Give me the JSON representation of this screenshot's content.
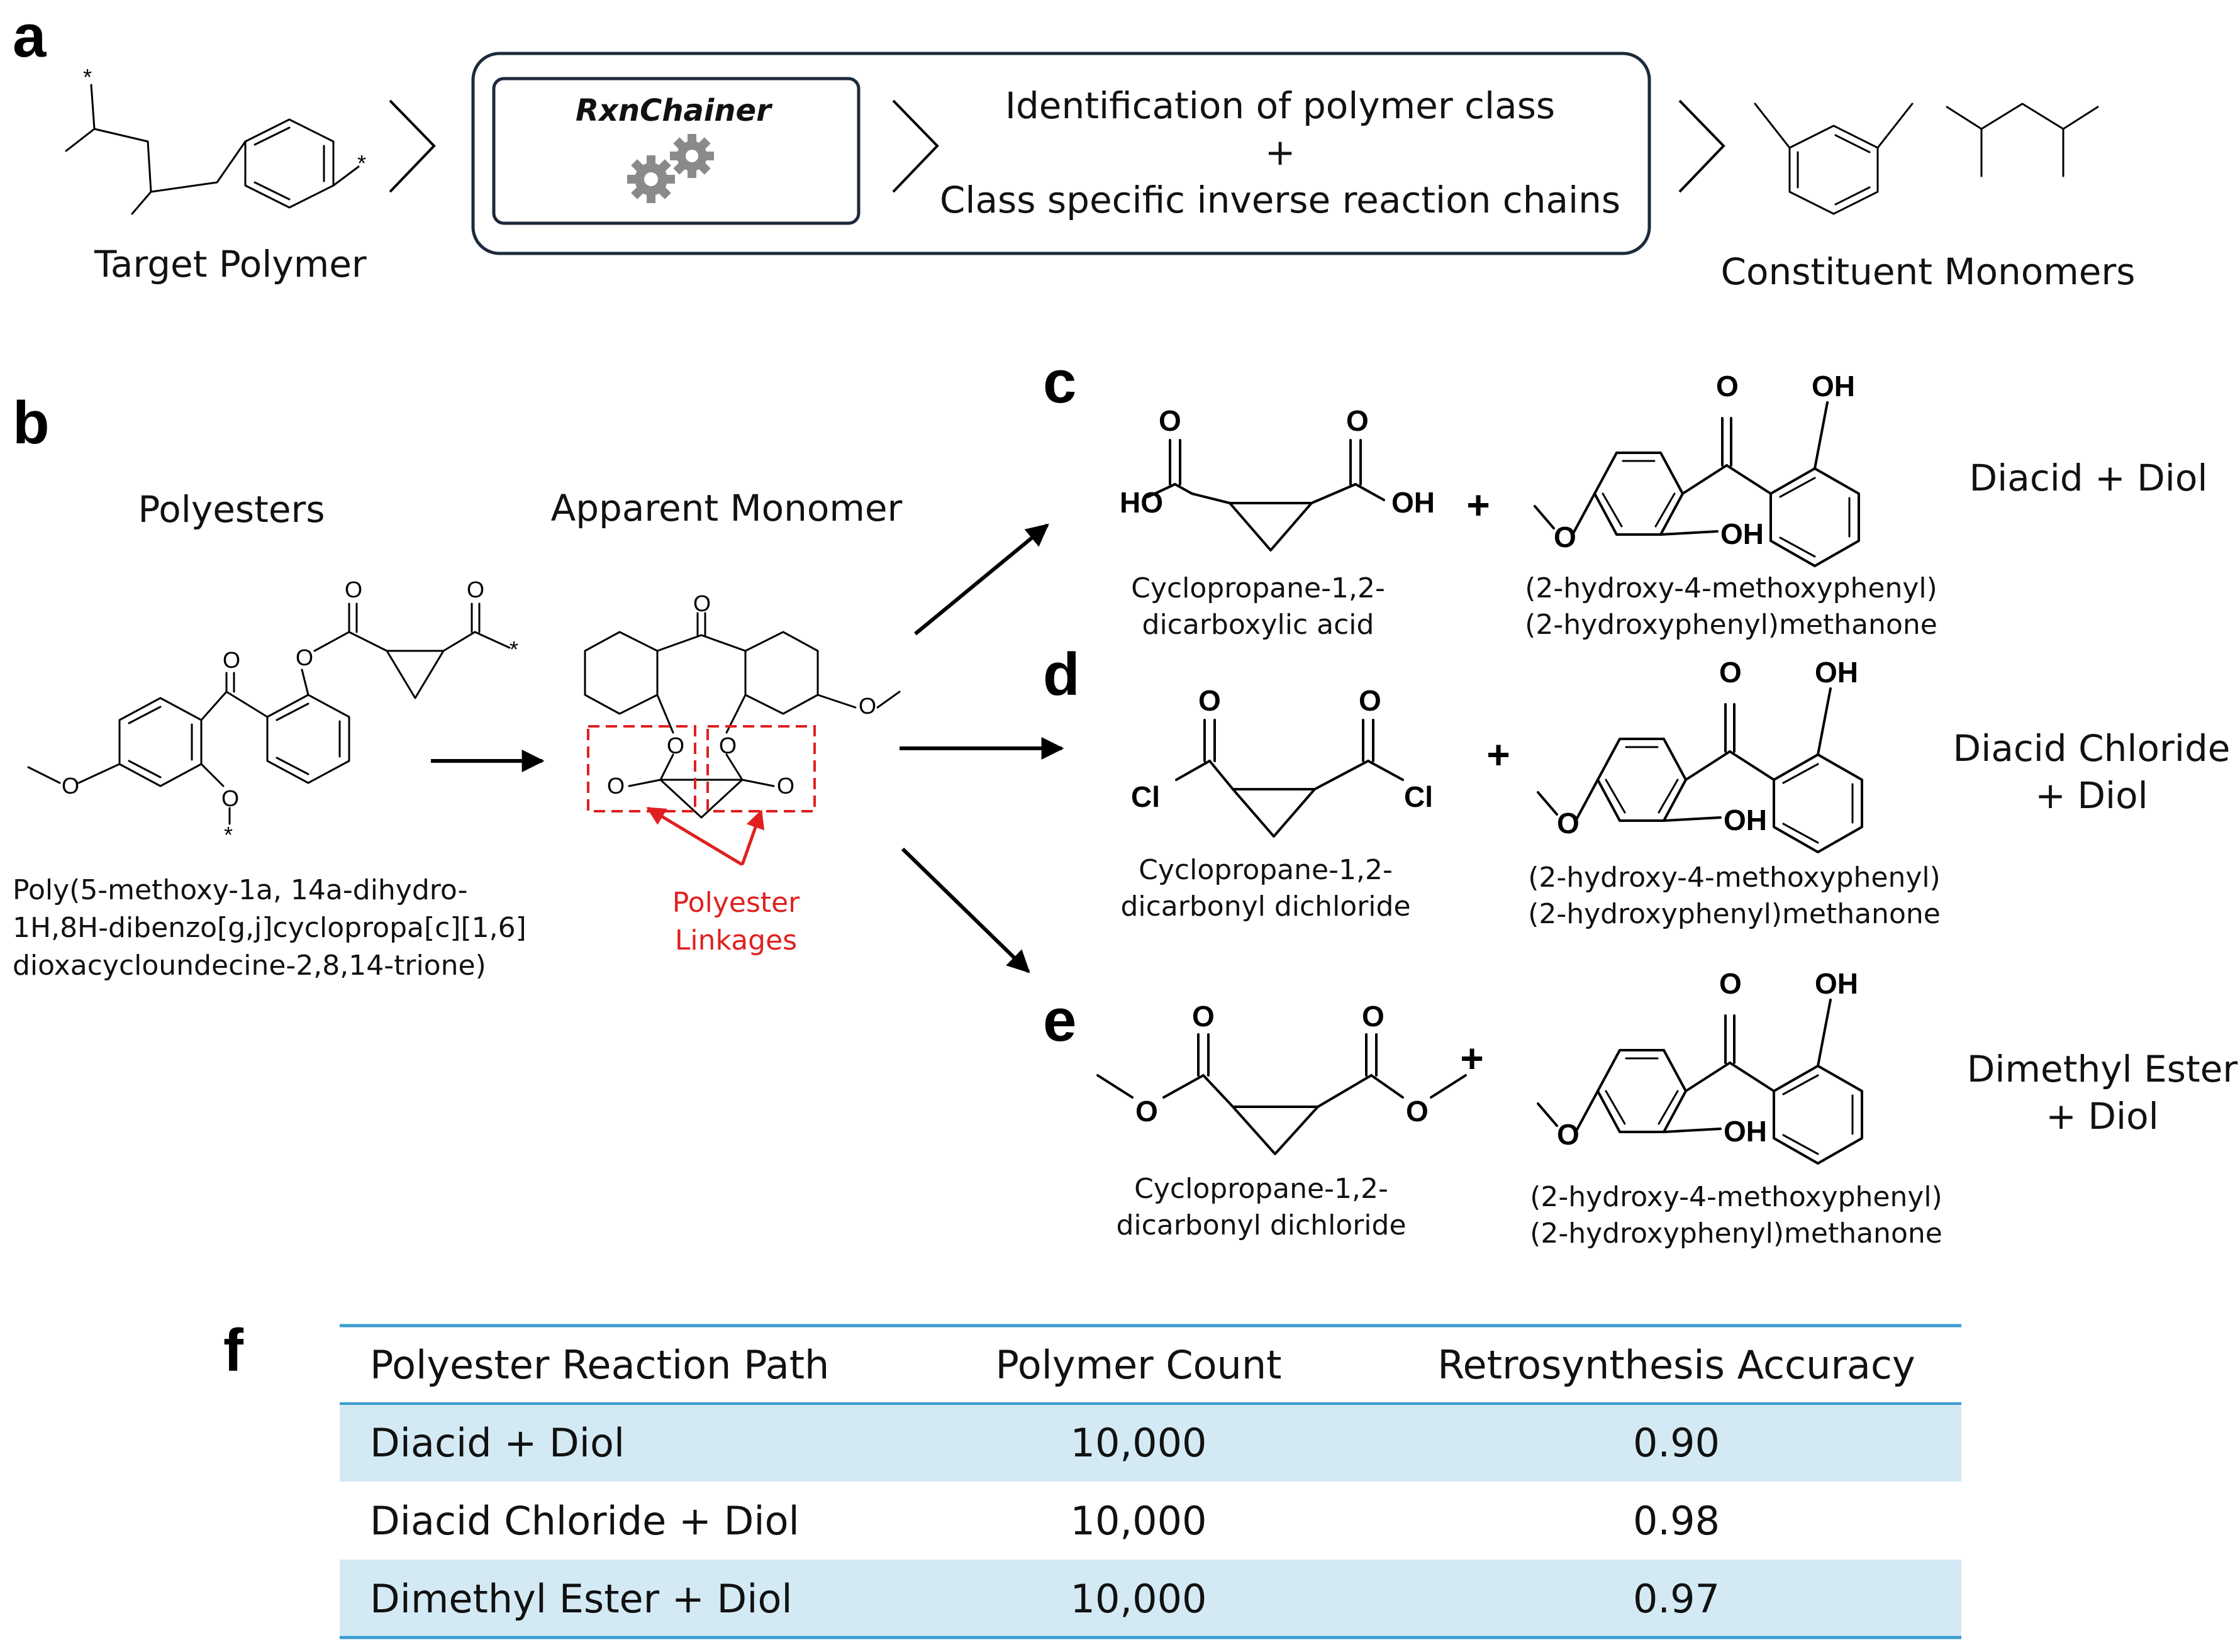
{
  "panels": {
    "a": {
      "letter": "a",
      "target_label": "Target Polymer",
      "tool_name": "RxnChainer",
      "step_line1": "Identification of polymer class",
      "step_plus": "+",
      "step_line2": "Class specific inverse reaction chains",
      "result_label": "Constituent Monomers"
    },
    "b": {
      "letter": "b",
      "left_title": "Polyesters",
      "right_title": "Apparent Monomer",
      "polymer_name_line1": "Poly(5-methoxy-1a, 14a-dihydro-",
      "polymer_name_line2": "1H,8H-dibenzo[g,j]cyclopropa[c][1,6]",
      "polymer_name_line3": "dioxacycloundecine-2,8,14-trione)",
      "linkage_line1": "Polyester",
      "linkage_line2": "Linkages"
    },
    "c": {
      "letter": "c",
      "acid_name_line1": "Cyclopropane-1,2-",
      "acid_name_line2": "dicarboxylic acid",
      "diol_name_line1": "(2-hydroxy-4-methoxyphenyl)",
      "diol_name_line2": "(2-hydroxyphenyl)methanone",
      "route_line1": "Diacid + Diol",
      "route_line2": ""
    },
    "d": {
      "letter": "d",
      "acid_name_line1": "Cyclopropane-1,2-",
      "acid_name_line2": "dicarbonyl dichloride",
      "diol_name_line1": "(2-hydroxy-4-methoxyphenyl)",
      "diol_name_line2": "(2-hydroxyphenyl)methanone",
      "route_line1": "Diacid Chloride",
      "route_line2": "+ Diol"
    },
    "e": {
      "letter": "e",
      "acid_name_line1": "Cyclopropane-1,2-",
      "acid_name_line2": "dicarbonyl dichloride",
      "diol_name_line1": "(2-hydroxy-4-methoxyphenyl)",
      "diol_name_line2": "(2-hydroxyphenyl)methanone",
      "route_line1": "Dimethyl Ester",
      "route_line2": "+ Diol"
    },
    "f": {
      "letter": "f"
    }
  },
  "atoms": {
    "O": "O",
    "OH": "OH",
    "HO": "HO",
    "Cl": "Cl",
    "star": "*",
    "plus": "+"
  },
  "table": {
    "headers": [
      "Polyester Reaction Path",
      "Polymer Count",
      "Retrosynthesis Accuracy"
    ],
    "rows": [
      [
        "Diacid + Diol",
        "10,000",
        "0.90"
      ],
      [
        "Diacid Chloride + Diol",
        "10,000",
        "0.98"
      ],
      [
        "Dimethyl Ester + Diol",
        "10,000",
        "0.97"
      ]
    ]
  },
  "colors": {
    "table_rule": "#3a9ad1",
    "table_band": "#d3eaf5",
    "highlight_red": "#e02020",
    "gear": "#8a8a8a"
  },
  "icons": [
    "gears-icon",
    "chevron-right-icon",
    "arrow-icon"
  ]
}
